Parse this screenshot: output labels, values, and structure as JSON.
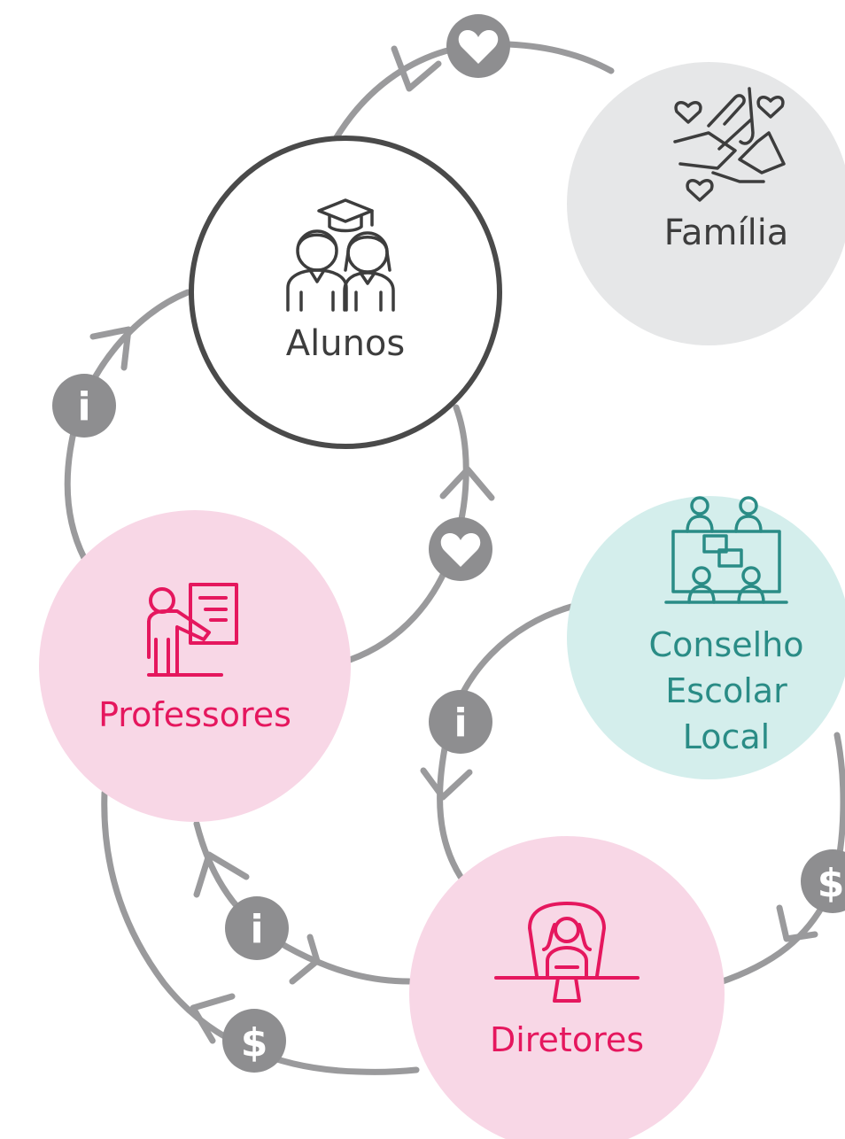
{
  "nodes": {
    "alunos": {
      "label": "Alunos",
      "icon": "students-graduation-icon",
      "color": "#3d3d3d"
    },
    "familia": {
      "label": "Família",
      "icon": "hands-hearts-icon",
      "color": "#3d3d3d",
      "fill": "#e6e7e8"
    },
    "professores": {
      "label": "Professores",
      "icon": "teacher-board-icon",
      "color": "#e5175e",
      "fill": "#f8d7e6"
    },
    "conselho": {
      "lines": [
        "Conselho",
        "Escolar",
        "Local"
      ],
      "icon": "council-meeting-icon",
      "color": "#2a8c86",
      "fill": "#d4eeec"
    },
    "diretores": {
      "label": "Diretores",
      "icon": "director-desk-icon",
      "color": "#e5175e",
      "fill": "#f8d7e6"
    }
  },
  "badges": {
    "heart": "♥",
    "info": "i",
    "money": "$"
  },
  "colors": {
    "connector": "#9a9a9c",
    "badge": "#8e8e90"
  }
}
